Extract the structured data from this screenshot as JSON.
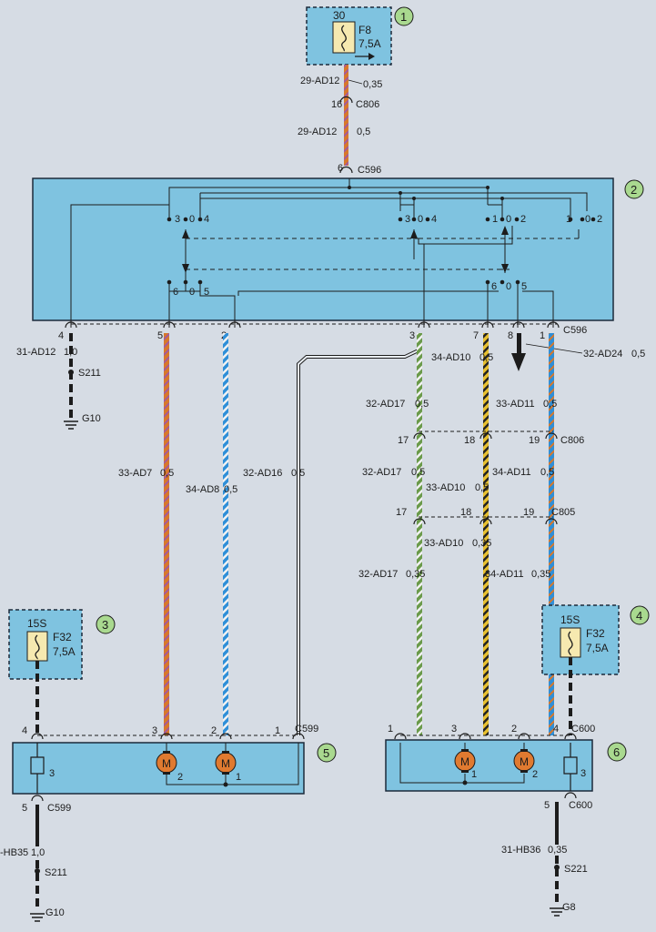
{
  "callouts": [
    "1",
    "2",
    "3",
    "4",
    "5",
    "6"
  ],
  "fuse_f8": {
    "terminal": "30",
    "name": "F8",
    "rating": "7,5A"
  },
  "fuse_f32_left": {
    "terminal": "15S",
    "name": "F32",
    "rating": "7,5A"
  },
  "fuse_f32_right": {
    "terminal": "15S",
    "name": "F32",
    "rating": "7,5A"
  },
  "top_wire": {
    "upper_code": "29-AD12",
    "upper_size": "0,35",
    "c806_pin": "16",
    "c806": "C806",
    "lower_code": "29-AD12",
    "lower_size": "0,5",
    "c596_pin": "6",
    "c596": "C596"
  },
  "switch_labels": {
    "g1": [
      "3",
      "0",
      "4"
    ],
    "g2": [
      "3",
      "0",
      "4"
    ],
    "g3": [
      "1",
      "0",
      "2"
    ],
    "g4": [
      "1",
      "0",
      "2"
    ],
    "g5": [
      "6",
      "0",
      "5"
    ],
    "g6": [
      "6",
      "0",
      "5"
    ]
  },
  "c596_bottom": {
    "connector": "C596",
    "pins": [
      "4",
      "5",
      "2",
      "3",
      "7",
      "8",
      "1"
    ]
  },
  "ground_left_top": {
    "code": "31-AD12",
    "size": "1,0",
    "splice": "S211",
    "ground": "G10"
  },
  "ad24": {
    "code": "32-AD24",
    "size": "0,5"
  },
  "wires_left": [
    {
      "code": "33-AD7",
      "size": "0,5"
    },
    {
      "code": "34-AD8",
      "size": "0,5"
    },
    {
      "code": "32-AD16",
      "size": "0,5"
    }
  ],
  "wires_right_1": [
    {
      "code": "34-AD10",
      "size": "0,5"
    },
    {
      "code": "32-AD17",
      "size": "0,5"
    },
    {
      "code": "33-AD11",
      "size": "0,5"
    }
  ],
  "c806_mid": {
    "connector": "C806",
    "pins": [
      "17",
      "18",
      "19"
    ]
  },
  "wires_right_2": [
    {
      "code": "32-AD17",
      "size": "0,5"
    },
    {
      "code": "33-AD10",
      "size": "0,5"
    },
    {
      "code": "34-AD11",
      "size": "0,5"
    }
  ],
  "c805": {
    "connector": "C805",
    "pins": [
      "17",
      "18",
      "19"
    ]
  },
  "wires_right_3": [
    {
      "code": "33-AD10",
      "size": "0,35"
    },
    {
      "code": "32-AD17",
      "size": "0,35"
    },
    {
      "code": "34-AD11",
      "size": "0,35"
    }
  ],
  "c599": {
    "connector": "C599",
    "pins_top": [
      "4",
      "3",
      "2",
      "1"
    ],
    "pin_bottom": "5",
    "heater_pin": "3",
    "m_pins": [
      "2",
      "1"
    ]
  },
  "c600": {
    "connector": "C600",
    "pins_top": [
      "1",
      "3",
      "2",
      "4"
    ],
    "pin_bottom": "5",
    "heater_pin": "3",
    "m_pins": [
      "1",
      "2"
    ]
  },
  "motor_label": "M",
  "ground_left_bottom": {
    "code": "-HB35",
    "size": "1,0",
    "splice": "S211",
    "ground": "G10"
  },
  "ground_right_bottom": {
    "code": "31-HB36",
    "size": "0,35",
    "splice": "S221",
    "ground": "G8"
  },
  "colors": {
    "background": "#d6dce4",
    "box_fill": "#7fc3e0",
    "orange": "#d8782a",
    "blue": "#2f8fd8",
    "green": "#6a9a4a",
    "yellow": "#e8c030",
    "callout": "#a9d98f"
  }
}
